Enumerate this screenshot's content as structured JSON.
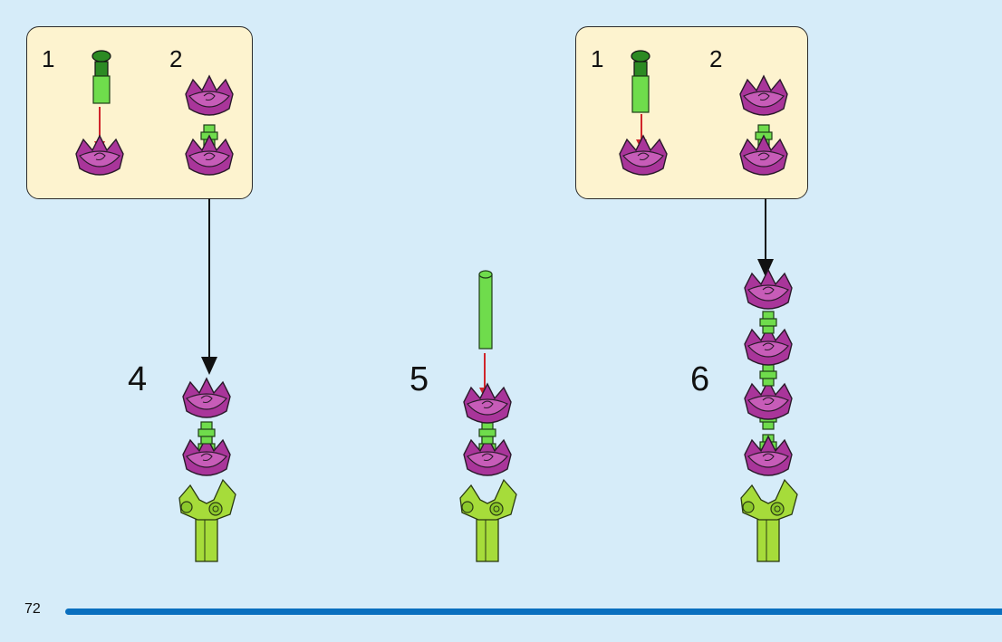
{
  "page": {
    "number": "72",
    "background": "#d6ecf9",
    "accent_bar_color": "#0a6fbf"
  },
  "callouts": [
    {
      "substeps": [
        "1",
        "2"
      ]
    },
    {
      "substeps": [
        "1",
        "2"
      ]
    }
  ],
  "steps": [
    "4",
    "5",
    "6"
  ],
  "colors": {
    "flower": "#a9359a",
    "flower_light": "#c75cb8",
    "stem": "#6fdc4c",
    "stem_dark": "#2c8a23",
    "leaf": "#a6dc3a",
    "arrow_red": "#d0252b",
    "callout_bg": "#fdf3cf"
  },
  "icons": [
    "flower-piece-icon",
    "stem-bar-icon",
    "leaf-base-icon",
    "assembly-arrow-icon"
  ]
}
